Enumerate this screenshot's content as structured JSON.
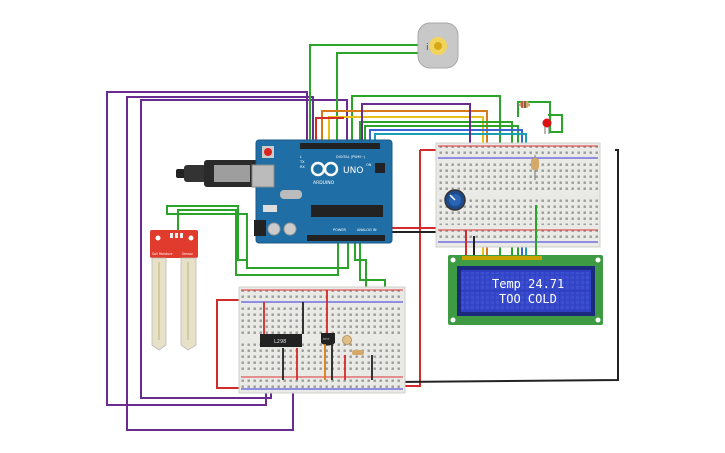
{
  "arduino": {
    "brand": "ARDUINO",
    "model": "UNO",
    "header_digital": "DIGITAL (PWM~)",
    "header_power": "POWER",
    "header_analog": "ANALOG IN",
    "label_tx": "TX",
    "label_rx": "RX",
    "label_l": "L",
    "label_on": "ON"
  },
  "lcd": {
    "line1": "Temp 24.71",
    "line2": "TOO COLD"
  },
  "soil_sensor": {
    "label_left": "Soil Moisture",
    "label_right": "Sensor"
  },
  "ic_chip": {
    "label": "L298"
  },
  "transistor": {
    "label": "DHT"
  },
  "motor": {
    "terminal_label": "i"
  },
  "colors": {
    "board_blue": "#1f6fa6",
    "breadboard": "#e9e9e6",
    "lcd_pcb": "#3f9b43",
    "lcd_screen": "#2f41c2",
    "wire_purple": "#6a2c91",
    "wire_green": "#2aa52a",
    "wire_red": "#d32b2b",
    "wire_black": "#222222"
  }
}
